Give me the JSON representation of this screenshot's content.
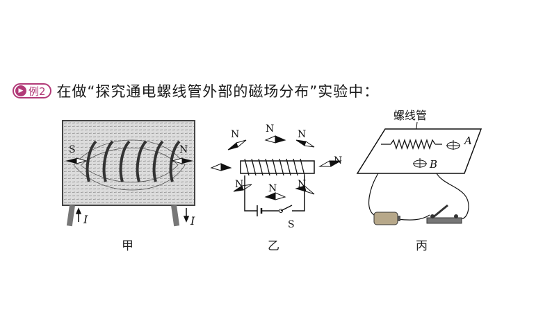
{
  "question": {
    "badge": "例2",
    "text": "在做“探究通电螺线管外部的磁场分布”实验中："
  },
  "figures": {
    "jia": {
      "caption": "甲",
      "pole_left": "S",
      "pole_right": "N",
      "current_left": "I",
      "current_right": "I"
    },
    "yi": {
      "caption": "乙",
      "needle_label": "N",
      "switch_label": "S"
    },
    "bing": {
      "caption": "丙",
      "solenoid_label": "螺线管",
      "point_a": "A",
      "point_b": "B"
    }
  }
}
